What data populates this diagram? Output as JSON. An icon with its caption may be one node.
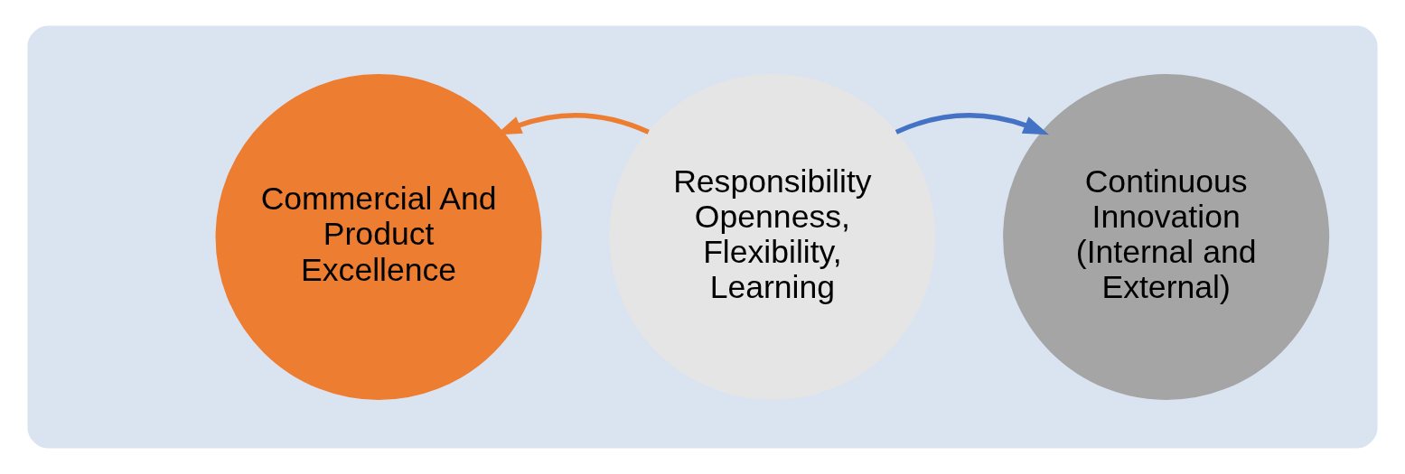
{
  "diagram": {
    "nodes": [
      {
        "text": [],
        "shape": "box"
      },
      {
        "text": [
          "Commercial And Product Excellence"
        ],
        "in": 0
      },
      {
        "text": [
          "Responsibility Openness, Flexibility, Learning"
        ],
        "in": 0
      },
      {
        "text": [
          "Continuous Innovation (Internal and External)"
        ],
        "in": 0
      }
    ],
    "edges": [
      {
        "from": 2,
        "to": 1,
        "arrow": "to",
        "color": "#ed7d31"
      },
      {
        "from": 2,
        "to": 3,
        "arrow": "to",
        "color": "#4472c4"
      }
    ]
  }
}
